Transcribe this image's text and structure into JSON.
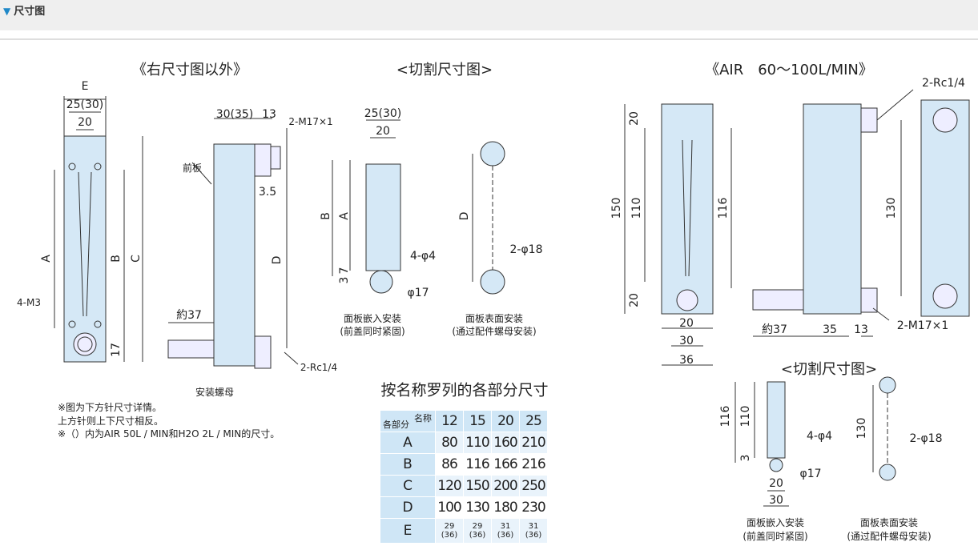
{
  "header": {
    "icon": "triangle-down-icon",
    "title": "尺寸图"
  },
  "left": {
    "title": "《右尺寸图以外》",
    "front": {
      "E": "E",
      "w1": "25(30)",
      "w2": "20",
      "A": "A",
      "B": "B",
      "C": "C",
      "m3": "4-M3",
      "h17": "17"
    },
    "side": {
      "w1": "30(35)",
      "w2": "13",
      "m17": "2-M17×1",
      "panel": "前板",
      "t35": "3.5",
      "D": "D",
      "d37": "約37",
      "rc": "2-Rc1/4",
      "nut": "安装螺母"
    },
    "cut": {
      "title": "<切割尺寸图>",
      "w1": "25(30)",
      "w2": "20",
      "B": "B",
      "A": "A",
      "h7": "7",
      "h3": "3",
      "holes": "4-φ4",
      "d17": "φ17",
      "cap1": "面板嵌入安装",
      "cap2": "(前盖同时紧固)"
    },
    "surface": {
      "D": "D",
      "holes": "2-φ18",
      "cap1": "面板表面安装",
      "cap2": "(通过配件螺母安装)"
    },
    "notes": [
      "※图为下方针尺寸详情。",
      "上方针则上下尺寸相反。",
      "※（）内为AIR 50L / MIN和H2O 2L / MIN的尺寸。"
    ]
  },
  "table": {
    "title": "按名称罗列的各部分尺寸",
    "corner_top": "名称",
    "corner_bottom": "各部分",
    "columns": [
      "12",
      "15",
      "20",
      "25"
    ],
    "rows": [
      {
        "part": "A",
        "values": [
          "80",
          "110",
          "160",
          "210"
        ]
      },
      {
        "part": "B",
        "values": [
          "86",
          "116",
          "166",
          "216"
        ]
      },
      {
        "part": "C",
        "values": [
          "120",
          "150",
          "200",
          "250"
        ]
      },
      {
        "part": "D",
        "values": [
          "100",
          "130",
          "180",
          "230"
        ]
      },
      {
        "part": "E",
        "values": [
          "29\n(36)",
          "29\n(36)",
          "31\n(36)",
          "31\n(36)"
        ]
      }
    ],
    "e_top": [
      "29",
      "29",
      "31",
      "31"
    ],
    "e_bottom": [
      "(36)",
      "(36)",
      "(36)",
      "(36)"
    ]
  },
  "right": {
    "title": "《AIR　60～100L/MIN》",
    "front": {
      "top20": "20",
      "h150": "150",
      "h110": "110",
      "h116": "116",
      "bot20": "20",
      "w20": "20",
      "w30": "30",
      "w36": "36"
    },
    "side": {
      "rc": "2-Rc1/4",
      "d37": "約37",
      "w35": "35",
      "w13": "13",
      "m17": "2-M17×1"
    },
    "back": {
      "h130": "130"
    },
    "cut": {
      "title": "<切割尺寸图>",
      "h116": "116",
      "h110": "110",
      "h3": "3",
      "holes": "4-φ4",
      "d17": "φ17",
      "w20": "20",
      "w30": "30",
      "cap1": "面板嵌入安装",
      "cap2": "(前盖同时紧固)"
    },
    "surface": {
      "h130": "130",
      "holes": "2-φ18",
      "cap1": "面板表面安装",
      "cap2": "(通过配件螺母安装)"
    }
  }
}
